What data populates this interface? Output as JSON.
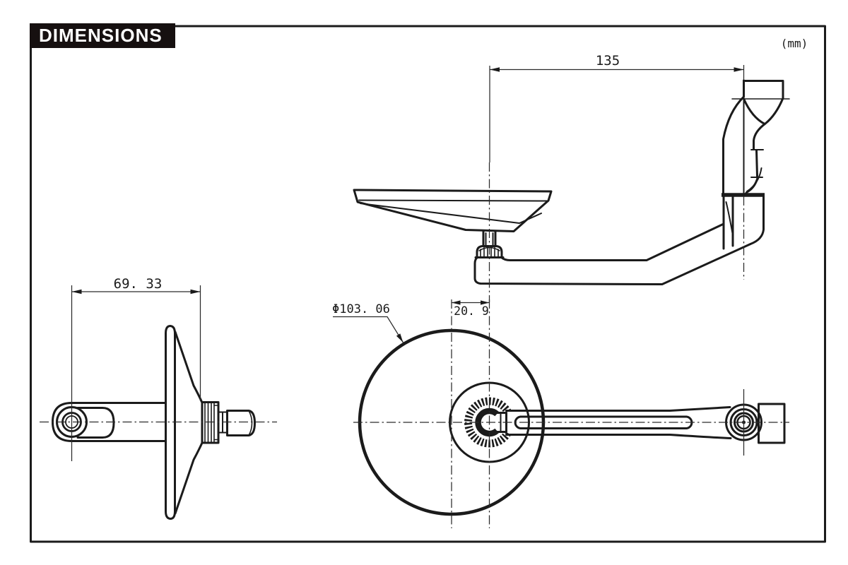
{
  "title": "DIMENSIONS",
  "units_label": "(mm)",
  "dimensions": {
    "arm_length": "135",
    "profile_width": "69. 33",
    "mirror_diameter": "Φ103. 06",
    "center_offset": "20. 9"
  },
  "colors": {
    "background": "#ffffff",
    "line": "#1b1b1b",
    "title_bg": "#161010",
    "title_text": "#ffffff"
  }
}
